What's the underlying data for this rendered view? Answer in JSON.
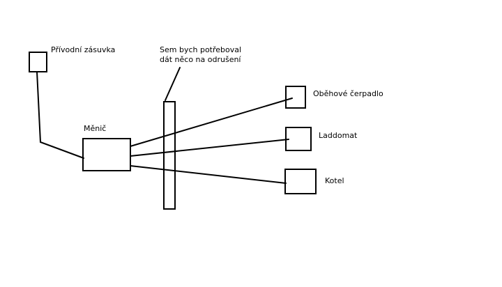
{
  "labels": {
    "source_socket": "Přívodní zásuvka",
    "inverter": "Měnič",
    "note_line1": "Sem bych potřeboval",
    "note_line2": "dát něco na odrušení",
    "circulation_pump": "Oběhové čerpadlo",
    "laddomat": "Laddomat",
    "boiler": "Kotel"
  },
  "colors": {
    "stroke": "#000000",
    "background": "#ffffff"
  }
}
